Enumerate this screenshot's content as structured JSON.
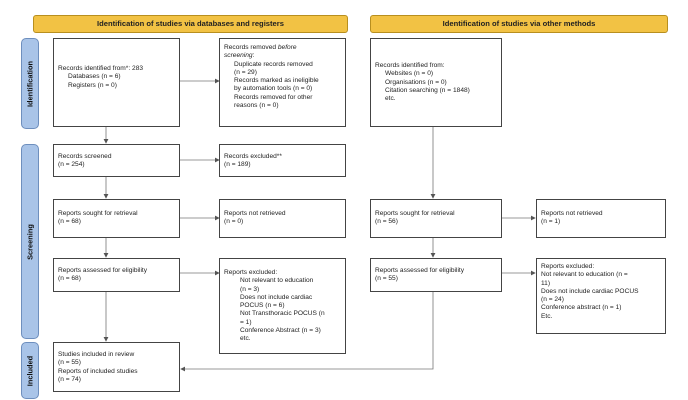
{
  "headers": {
    "left": "Identification of studies via databases and registers",
    "right": "Identification of studies via other methods"
  },
  "phases": {
    "identification": "Identification",
    "screening": "Screening",
    "included": "Included"
  },
  "boxes": {
    "records_identified": {
      "line1": "Records identified from*: 283",
      "line2": "Databases (n = 6)",
      "line3": "Registers (n = 0)"
    },
    "records_removed": {
      "line1a": "Records removed ",
      "line1b": "before",
      "line2": "screening",
      "line2b": ":",
      "line3": "Duplicate records removed",
      "line4": "(n = 29)",
      "line5": "Records marked as ineligible",
      "line6": "by automation tools (n = 0)",
      "line7": "Records removed for other",
      "line8": "reasons (n = 0)"
    },
    "other_identified": {
      "line1": "Records identified from:",
      "line2": "Websites (n = 0)",
      "line3": "Organisations (n = 0)",
      "line4": "Citation searching (n = 1848)",
      "line5": "etc."
    },
    "records_screened": {
      "line1": "Records screened",
      "line2": "(n = 254)"
    },
    "records_excluded": {
      "line1": "Records excluded**",
      "line2": "(n = 189)"
    },
    "sought_left": {
      "line1": "Reports sought for retrieval",
      "line2": "(n = 68)"
    },
    "not_retrieved_left": {
      "line1": "Reports not retrieved",
      "line2": "(n = 0)"
    },
    "sought_right": {
      "line1": "Reports sought for retrieval",
      "line2": "(n = 56)"
    },
    "not_retrieved_right": {
      "line1": "Reports not retrieved",
      "line2": "(n = 1)"
    },
    "assessed_left": {
      "line1": "Reports assessed for eligibility",
      "line2": "(n = 68)"
    },
    "excluded_left": {
      "line1": "Reports excluded:",
      "line2": "Not relevant to education",
      "line3": "(n = 3)",
      "line4": "Does not include cardiac",
      "line5": "POCUS (n = 6)",
      "line6": "Not Transthoracic POCUS (n",
      "line7": "= 1)",
      "line8": "Conference Abstract (n = 3)",
      "line9": "etc."
    },
    "assessed_right": {
      "line1": "Reports assessed for eligibility",
      "line2": "(n = 55)"
    },
    "excluded_right": {
      "line1": "Reports excluded:",
      "line2": "Not relevant to education (n =",
      "line3": "11)",
      "line4": "Does not include cardiac POCUS",
      "line5": "(n = 24)",
      "line6": "Conference abstract (n = 1)",
      "line7": "Etc."
    },
    "included": {
      "line1": "Studies included in review",
      "line2": "(n = 55)",
      "line3": "Reports of included studies",
      "line4": "(n = 74)"
    }
  },
  "colors": {
    "header_fill": "#f2c244",
    "phase_fill": "#a9c4e8",
    "box_border": "#444444"
  }
}
